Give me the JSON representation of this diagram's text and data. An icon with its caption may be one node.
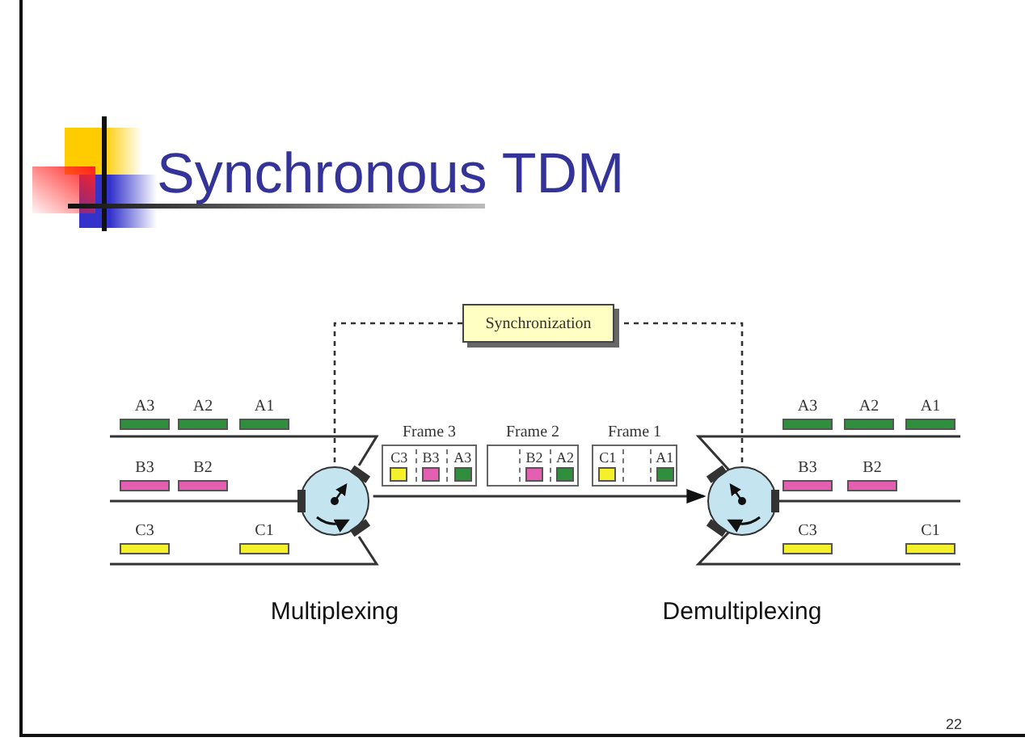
{
  "diagram": {
    "title": "Synchronous TDM",
    "nodes": [
      {
        "text": [
          "Synchronization"
        ]
      },
      {
        "text": [],
        "shape": "circle",
        "beside": [
          "Multiplexing"
        ]
      },
      {
        "text": [
          "Frame 3"
        ]
      },
      {
        "text": [
          "C3"
        ],
        "in": 2
      },
      {
        "text": [
          "B3"
        ],
        "in": 2
      },
      {
        "text": [
          "A3"
        ],
        "in": 2
      },
      {
        "text": [
          "Frame 2"
        ]
      },
      {
        "text": [
          "B2"
        ],
        "in": 6
      },
      {
        "text": [
          "A2"
        ],
        "in": 6
      },
      {
        "text": [
          "Frame 1"
        ]
      },
      {
        "text": [
          "C1"
        ],
        "in": 9
      },
      {
        "text": [
          "A1"
        ],
        "in": 9
      },
      {
        "text": [],
        "shape": "circle",
        "beside": [
          "Demultiplexing"
        ]
      }
    ],
    "edges": [
      {
        "from": 0,
        "to": 1,
        "arrow": "none",
        "style": "dashed"
      },
      {
        "from": 0,
        "to": 12,
        "arrow": "none",
        "style": "dashed"
      },
      {
        "from": 1,
        "to": 12,
        "arrow": "to"
      }
    ],
    "labels": [
      "A3",
      "A2",
      "A1",
      "B3",
      "B2",
      "C3",
      "C1",
      "A3",
      "A2",
      "A1",
      "B3",
      "B2",
      "C3",
      "C1",
      "22"
    ]
  }
}
